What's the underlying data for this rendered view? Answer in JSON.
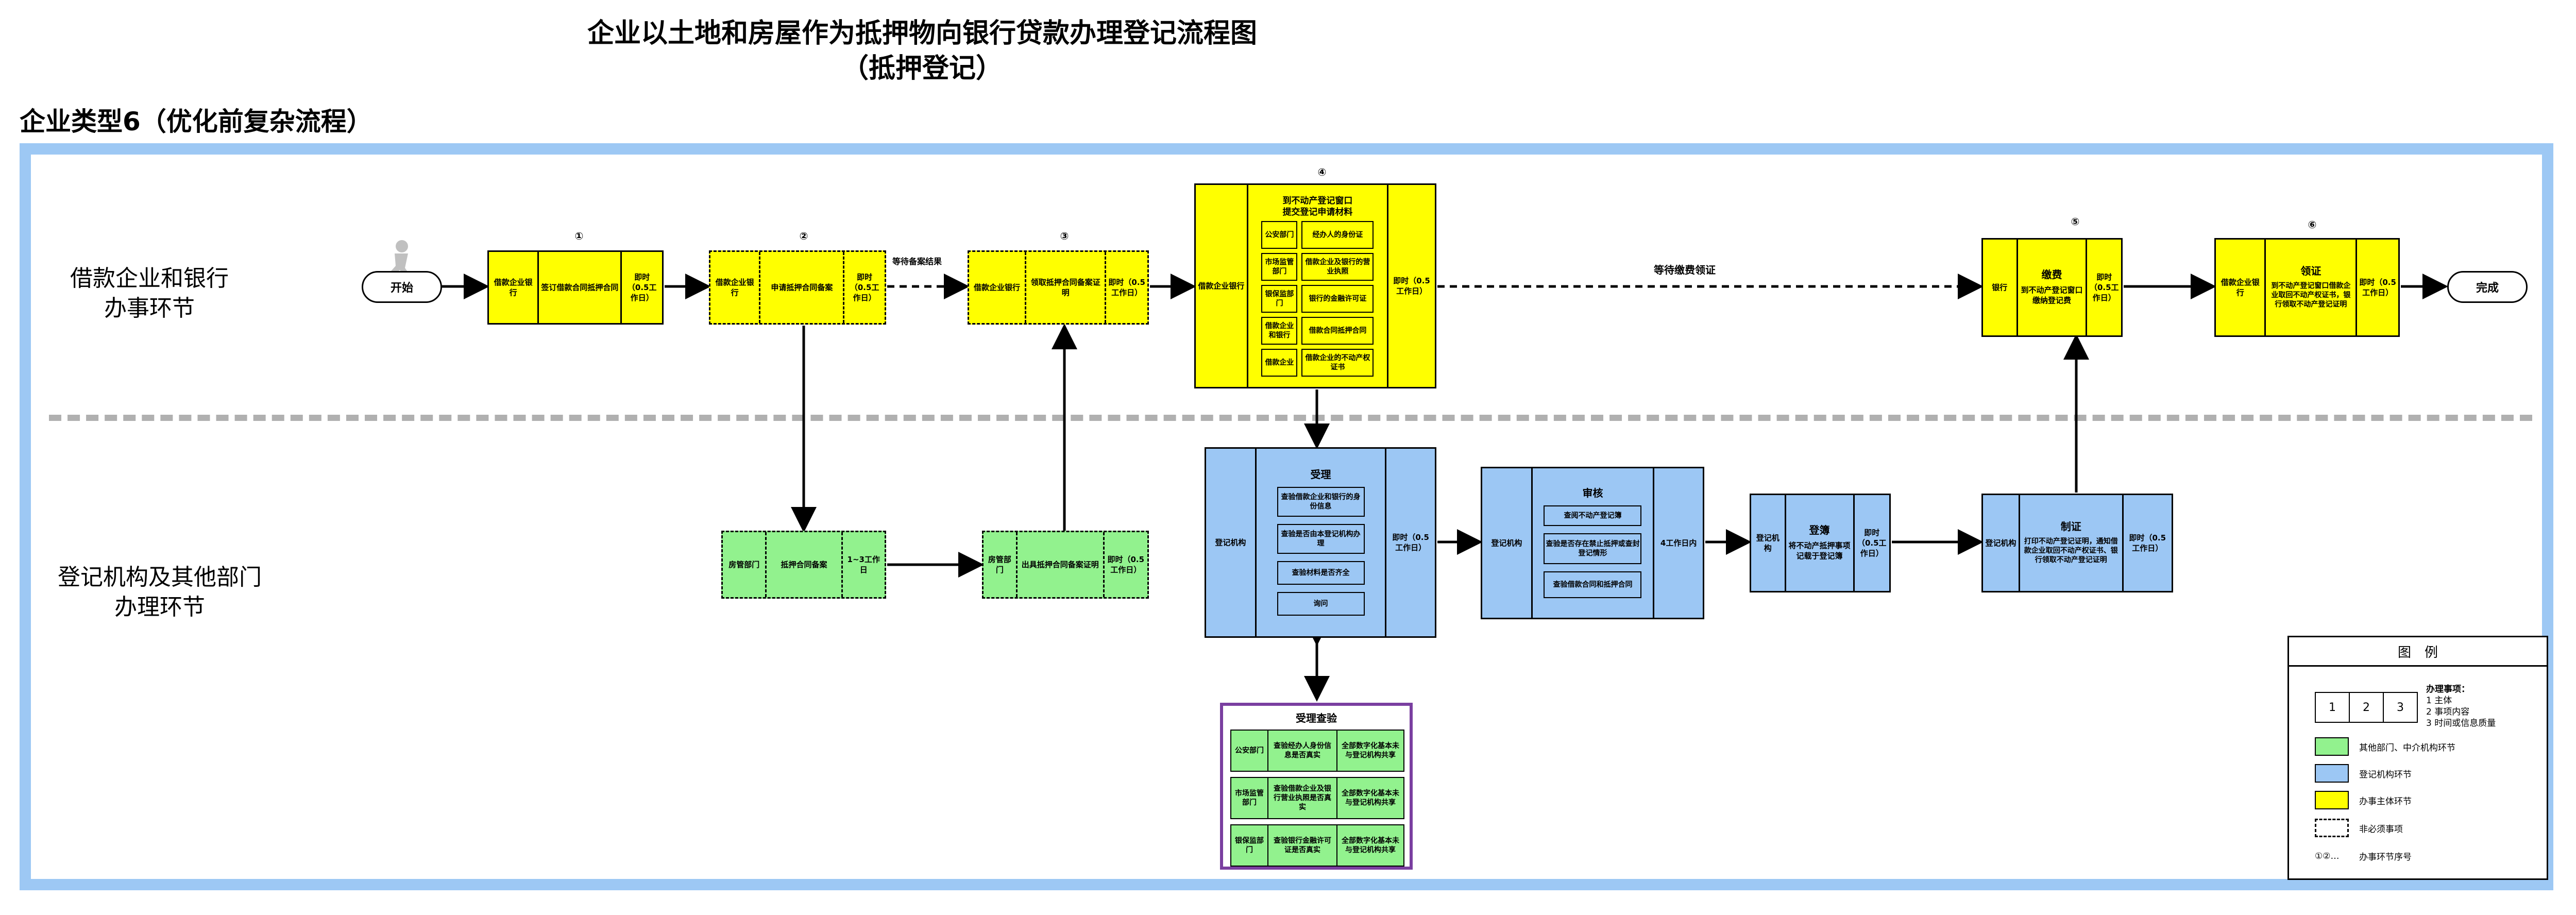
{
  "title_line1": "企业以土地和房屋作为抵押物向银行贷款办理登记流程图",
  "title_line2": "（抵押登记）",
  "subtitle": "企业类型6（优化前复杂流程）",
  "lanes": {
    "top_line1": "借款企业和银行",
    "top_line2": "办事环节",
    "bottom_line1": "登记机构及其他部门",
    "bottom_line2": "办理环节"
  },
  "terminals": {
    "start": "开始",
    "end": "完成"
  },
  "step_numbers": [
    "①",
    "②",
    "③",
    "④",
    "⑤",
    "⑥"
  ],
  "steps": {
    "s1": {
      "subject": "借款企业银行",
      "content": "签订借款合同抵押合同",
      "time": "即时（0.5工作日）"
    },
    "s2": {
      "subject": "借款企业银行",
      "content": "申请抵押合同备案",
      "time": "即时（0.5工作日）"
    },
    "s3": {
      "subject": "借款企业银行",
      "content": "领取抵押合同备案证明",
      "time": "即时（0.5工作日）"
    },
    "s4": {
      "subject": "借款企业银行",
      "title_line1": "到不动产登记窗口",
      "title_line2": "提交登记申请材料",
      "docs": [
        {
          "org": "公安部门",
          "doc": "经办人的身份证"
        },
        {
          "org": "市场监管部门",
          "doc": "借款企业及银行的营业执照"
        },
        {
          "org": "银保监部门",
          "doc": "银行的金融许可证"
        },
        {
          "org": "借款企业和银行",
          "doc": "借款合同抵押合同"
        },
        {
          "org": "借款企业",
          "doc": "借款企业的不动产权证书"
        }
      ],
      "time": "即时（0.5工作日）"
    },
    "s5": {
      "subject": "银行",
      "title": "缴费",
      "content": "到不动产登记窗口缴纳登记费",
      "time": "即时（0.5工作日）"
    },
    "s6": {
      "subject": "借款企业银行",
      "title": "领证",
      "content": "到不动产登记窗口借款企业取回不动产权证书，银行领取不动产登记证明",
      "time": "即时（0.5工作日）"
    }
  },
  "wait_labels": {
    "wait_filing": "等待备案结果",
    "wait_fee": "等待缴费领证"
  },
  "green_boxes": {
    "filing": {
      "org": "房管部门",
      "content": "抵押合同备案",
      "time": "1~3工作日"
    },
    "cert": {
      "org": "房管部门",
      "content": "出具抵押合同备案证明",
      "time": "即时（0.5工作日）"
    }
  },
  "blue_boxes": {
    "accept": {
      "org": "登记机构",
      "title": "受理",
      "items": [
        "查验借款企业和银行的身份信息",
        "查验是否由本登记机构办理",
        "查验材料是否齐全",
        "询问"
      ],
      "time": "即时（0.5工作日）"
    },
    "review": {
      "org": "登记机构",
      "title": "审核",
      "items": [
        "查阅不动产登记簿",
        "查验是否存在禁止抵押或查封登记情形",
        "查验借款合同和抵押合同"
      ],
      "time": "4工作日内"
    },
    "register": {
      "org": "登记机构",
      "title": "登簿",
      "content": "将不动产抵押事项记载于登记簿",
      "time": "即时（0.5工作日）"
    },
    "issue": {
      "org": "登记机构",
      "title": "制证",
      "content": "打印不动产登记证明，通知借款企业取回不动产权证书、银行领取不动产登记证明",
      "time": "即时（0.5工作日）"
    }
  },
  "check": {
    "title": "受理查验",
    "rows": [
      {
        "org": "公安部门",
        "item": "查验经办人身份信息是否真实",
        "mode": "全部数字化基本未与登记机构共享"
      },
      {
        "org": "市场监管部门",
        "item": "查验借款企业及银行营业执照是否真实",
        "mode": "全部数字化基本未与登记机构共享"
      },
      {
        "org": "银保监部门",
        "item": "查验银行金融许可证是否真实",
        "mode": "全部数字化基本未与登记机构共享"
      }
    ]
  },
  "legend": {
    "title": "图　例",
    "sample": [
      "1",
      "2",
      "3"
    ],
    "key_title": "办理事项：",
    "key_lines": [
      "1 主体",
      "2 事项内容",
      "3 时间或信息质量"
    ],
    "green": "其他部门、中介机构环节",
    "blue": "登记机构环节",
    "yellow": "办事主体环节",
    "dashed": "非必须事项",
    "numbers_symbol": "①②…",
    "numbers": "办事环节序号"
  },
  "colors": {
    "yellow": "#ffff00",
    "green": "#92f28e",
    "blue": "#9cc7f4",
    "frame": "#9dc8f4",
    "check_border": "#7a3fa0"
  }
}
